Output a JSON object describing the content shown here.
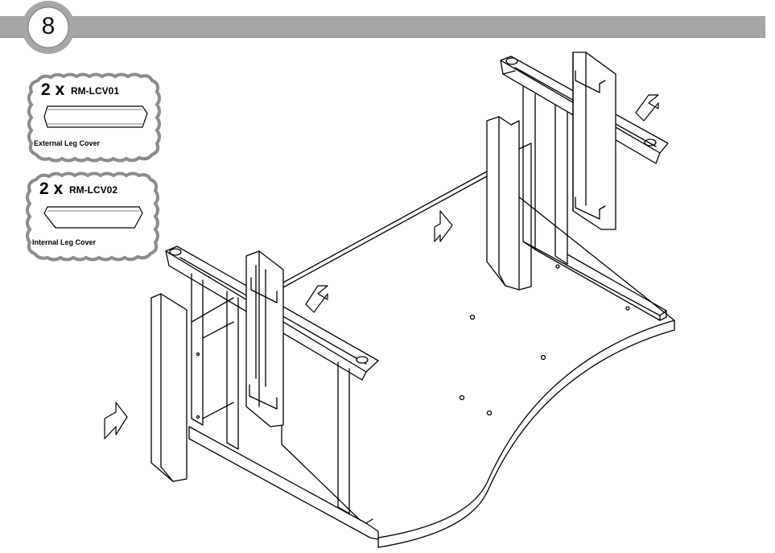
{
  "step": {
    "number": "8"
  },
  "parts": [
    {
      "quantity": "2 x",
      "code": "RM-LCV01",
      "name": "External Leg Cover"
    },
    {
      "quantity": "2 x",
      "code": "RM-LCV02",
      "name": "Internal Leg Cover"
    }
  ]
}
